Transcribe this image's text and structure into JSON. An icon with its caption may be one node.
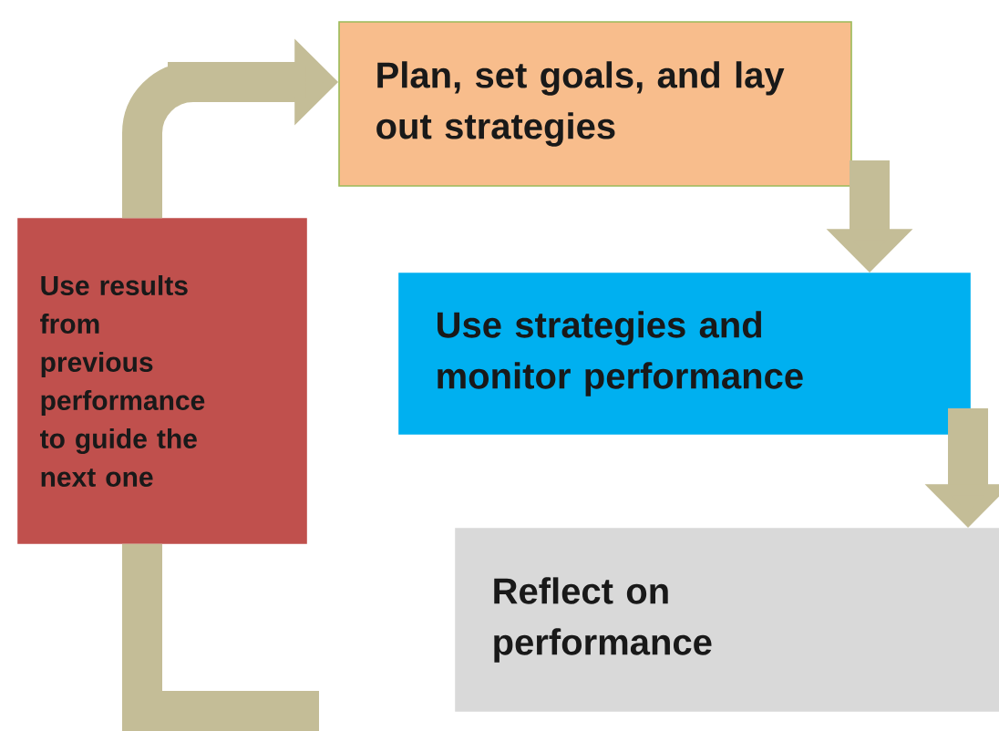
{
  "diagram": {
    "nodes": [
      {
        "text": [
          "Plan, set goals, and lay out strategies"
        ]
      },
      {
        "text": [
          "Use strategies and monitor performance"
        ]
      },
      {
        "text": [
          "Reflect on performance"
        ]
      },
      {
        "text": [
          "Use results from previous performance to guide the next one"
        ]
      }
    ],
    "edges": [
      {
        "from": 0,
        "to": 1,
        "arrow": "to"
      },
      {
        "from": 1,
        "to": 2,
        "arrow": "to"
      },
      {
        "from": null,
        "to": 3,
        "arrow": "none"
      },
      {
        "from": 3,
        "to": 0,
        "arrow": "to"
      }
    ]
  }
}
